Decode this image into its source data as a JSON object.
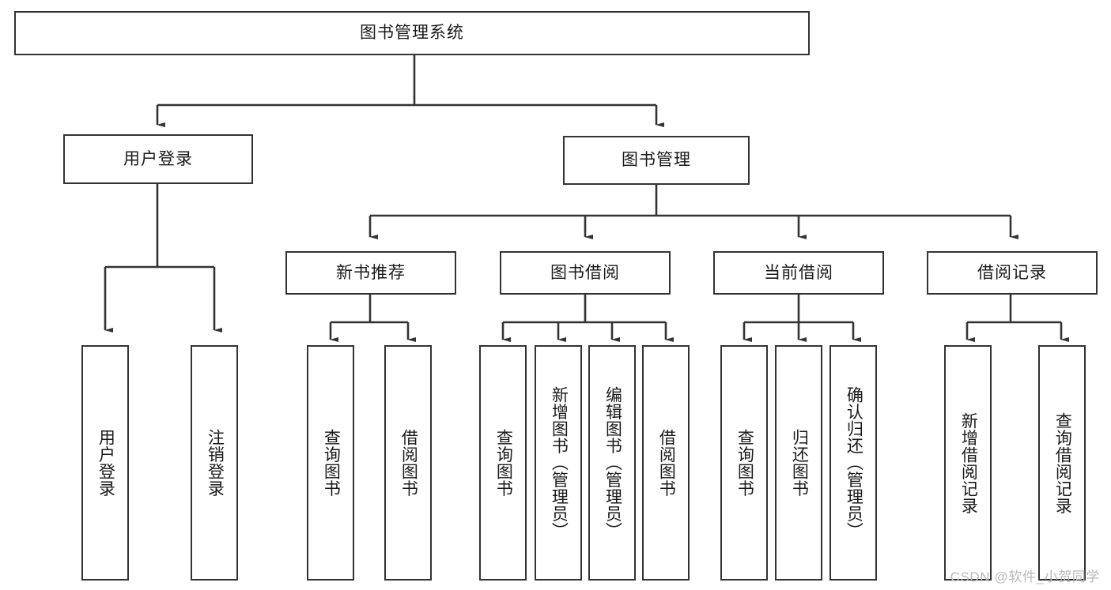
{
  "diagram": {
    "title": "图书管理系统",
    "type": "tree",
    "style": {
      "box_border_color": "#333333",
      "box_fill_color": "#ffffff",
      "text_color": "#1a1a1a",
      "connector_color": "#333333",
      "background_color": "#ffffff"
    }
  },
  "root": {
    "label": "图书管理系统"
  },
  "level1": [
    {
      "label": "用户登录"
    },
    {
      "label": "图书管理"
    }
  ],
  "level2": [
    {
      "label": "新书推荐"
    },
    {
      "label": "图书借阅"
    },
    {
      "label": "当前借阅"
    },
    {
      "label": "借阅记录"
    }
  ],
  "leaves": {
    "user_login": [
      {
        "label": "用户登录"
      },
      {
        "label": "注销登录"
      }
    ],
    "new_book_recommend": [
      {
        "label": "查询图书"
      },
      {
        "label": "借阅图书"
      }
    ],
    "book_borrow": [
      {
        "label": "查询图书"
      },
      {
        "label": "新增图书（管理员）"
      },
      {
        "label": "编辑图书（管理员）"
      },
      {
        "label": "借阅图书"
      }
    ],
    "current_borrow": [
      {
        "label": "查询图书"
      },
      {
        "label": "归还图书"
      },
      {
        "label": "确认归还（管理员）"
      }
    ],
    "borrow_record": [
      {
        "label": "新增借阅记录"
      },
      {
        "label": "查询借阅记录"
      }
    ]
  },
  "watermark": {
    "text": "CSDN @软件_小贺同学"
  }
}
